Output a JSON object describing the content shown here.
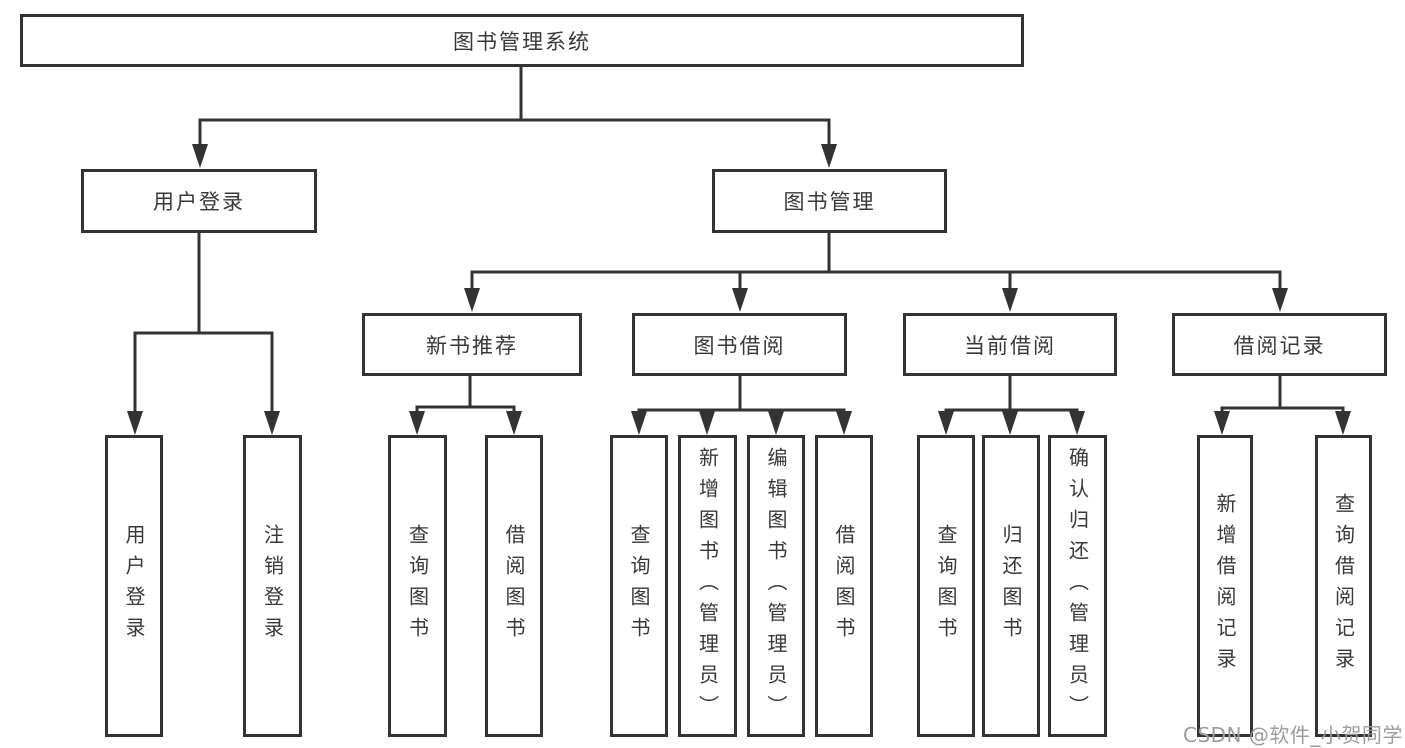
{
  "tree": {
    "label": "图书管理系统",
    "children": [
      {
        "label": "用户登录",
        "children": [
          {
            "label": "用户登录"
          },
          {
            "label": "注销登录"
          }
        ]
      },
      {
        "label": "图书管理",
        "children": [
          {
            "label": "新书推荐",
            "children": [
              {
                "label": "查询图书"
              },
              {
                "label": "借阅图书"
              }
            ]
          },
          {
            "label": "图书借阅",
            "children": [
              {
                "label": "查询图书"
              },
              {
                "label": "新增图书（管理员）"
              },
              {
                "label": "编辑图书（管理员）"
              },
              {
                "label": "借阅图书"
              }
            ]
          },
          {
            "label": "当前借阅",
            "children": [
              {
                "label": "查询图书"
              },
              {
                "label": "归还图书"
              },
              {
                "label": "确认归还（管理员）"
              }
            ]
          },
          {
            "label": "借阅记录",
            "children": [
              {
                "label": "新增借阅记录"
              },
              {
                "label": "查询借阅记录"
              }
            ]
          }
        ]
      }
    ]
  },
  "watermark": {
    "text": "CSDN @软件_小贺同学"
  },
  "colors": {
    "line": "#333333",
    "text": "#383838",
    "watermark": "#9c9c9c",
    "background": "#ffffff"
  }
}
